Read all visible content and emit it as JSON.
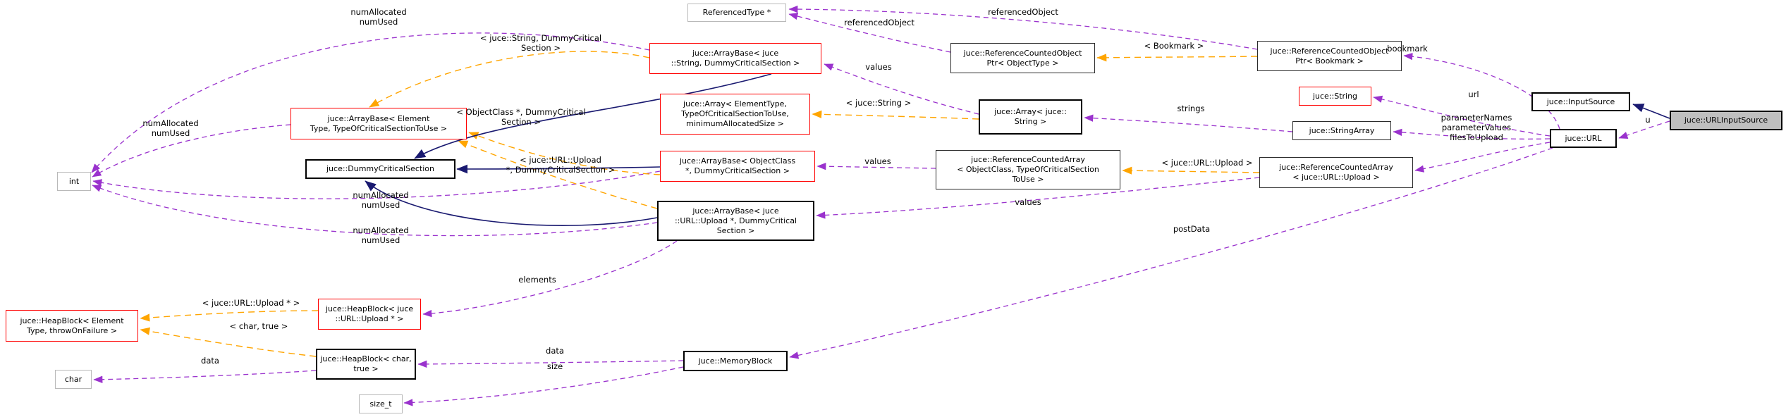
{
  "diagram": {
    "colors": {
      "inheritance_edge": "#191970",
      "usage_edge": "#9a32cd",
      "template_edge": "#ffa500",
      "template_node_border": "#ff0000",
      "focus_node_fill": "#bfbfbf"
    },
    "nodes": {
      "referenced_type": {
        "lines": [
          "ReferencedType *"
        ]
      },
      "arraybase_string": {
        "lines": [
          "juce::ArrayBase< juce",
          "::String, DummyCriticalSection >"
        ]
      },
      "rcop_objecttype": {
        "lines": [
          "juce::ReferenceCountedObject",
          "Ptr< ObjectType >"
        ]
      },
      "rcop_bookmark": {
        "lines": [
          "juce::ReferenceCountedObject",
          "Ptr< Bookmark >"
        ]
      },
      "string": {
        "lines": [
          "juce::String"
        ]
      },
      "array_elementtype": {
        "lines": [
          "juce::Array< ElementType,",
          "TypeOfCriticalSectionToUse,",
          "minimumAllocatedSize >"
        ]
      },
      "array_string": {
        "lines": [
          "juce::Array< juce::",
          "String >"
        ]
      },
      "stringarray": {
        "lines": [
          "juce::StringArray"
        ]
      },
      "inputsource": {
        "lines": [
          "juce::InputSource"
        ]
      },
      "url": {
        "lines": [
          "juce::URL"
        ]
      },
      "urlinputsource": {
        "lines": [
          "juce::URLInputSource"
        ]
      },
      "arraybase_element": {
        "lines": [
          "juce::ArrayBase< Element",
          "Type, TypeOfCriticalSectionToUse >"
        ]
      },
      "dummycriticalsection": {
        "lines": [
          "juce::DummyCriticalSection"
        ]
      },
      "arraybase_objectclass": {
        "lines": [
          "juce::ArrayBase< ObjectClass",
          "*, DummyCriticalSection >"
        ]
      },
      "rca_objectclass": {
        "lines": [
          "juce::ReferenceCountedArray",
          "< ObjectClass, TypeOfCriticalSection",
          "ToUse >"
        ]
      },
      "rca_upload": {
        "lines": [
          "juce::ReferenceCountedArray",
          "< juce::URL::Upload >"
        ]
      },
      "arraybase_upload": {
        "lines": [
          "juce::ArrayBase< juce",
          "::URL::Upload *, DummyCritical",
          "Section >"
        ]
      },
      "int": {
        "lines": [
          "int"
        ]
      },
      "heapblock_element": {
        "lines": [
          "juce::HeapBlock< Element",
          "Type, throwOnFailure >"
        ]
      },
      "heapblock_upload": {
        "lines": [
          "juce::HeapBlock< juce",
          "::URL::Upload * >"
        ]
      },
      "heapblock_char": {
        "lines": [
          "juce::HeapBlock< char,",
          "true >"
        ]
      },
      "memoryblock": {
        "lines": [
          "juce::MemoryBlock"
        ]
      },
      "char": {
        "lines": [
          "char"
        ]
      },
      "size_t": {
        "lines": [
          "size_t"
        ]
      }
    },
    "edge_labels": {
      "num_alloc_top": {
        "lines": [
          "numAllocated",
          "numUsed"
        ]
      },
      "tpl_string_dcs": {
        "lines": [
          "< juce::String, DummyCritical",
          "Section >"
        ]
      },
      "referenced_object_1": {
        "lines": [
          "referencedObject"
        ]
      },
      "referenced_object_2": {
        "lines": [
          "referencedObject"
        ]
      },
      "values_1": {
        "lines": [
          "values"
        ]
      },
      "tpl_bookmark": {
        "lines": [
          "< Bookmark >"
        ]
      },
      "bookmark": {
        "lines": [
          "bookmark"
        ]
      },
      "url_label": {
        "lines": [
          "url"
        ]
      },
      "params": {
        "lines": [
          "parameterNames",
          "parameterValues",
          "filesToUpload"
        ]
      },
      "u": {
        "lines": [
          "u"
        ]
      },
      "strings": {
        "lines": [
          "strings"
        ]
      },
      "tpl_juce_string": {
        "lines": [
          "< juce::String >"
        ]
      },
      "tpl_objectclass": {
        "lines": [
          "< ObjectClass *, DummyCritical",
          "Section >"
        ]
      },
      "num_alloc_left": {
        "lines": [
          "numAllocated",
          "numUsed"
        ]
      },
      "tpl_upload_dcs": {
        "lines": [
          "< juce::URL::Upload",
          "*, DummyCriticalSection >"
        ]
      },
      "values_2": {
        "lines": [
          "values"
        ]
      },
      "tpl_upload": {
        "lines": [
          "< juce::URL::Upload >"
        ]
      },
      "values_3": {
        "lines": [
          "values"
        ]
      },
      "num_alloc_3": {
        "lines": [
          "numAllocated",
          "numUsed"
        ]
      },
      "num_alloc_4": {
        "lines": [
          "numAllocated",
          "numUsed"
        ]
      },
      "elements": {
        "lines": [
          "elements"
        ]
      },
      "postdata": {
        "lines": [
          "postData"
        ]
      },
      "tpl_upload_ptr": {
        "lines": [
          "< juce::URL::Upload * >"
        ]
      },
      "tpl_char_true": {
        "lines": [
          "< char, true >"
        ]
      },
      "data_1": {
        "lines": [
          "data"
        ]
      },
      "size": {
        "lines": [
          "size"
        ]
      },
      "data_2": {
        "lines": [
          "data"
        ]
      }
    }
  }
}
